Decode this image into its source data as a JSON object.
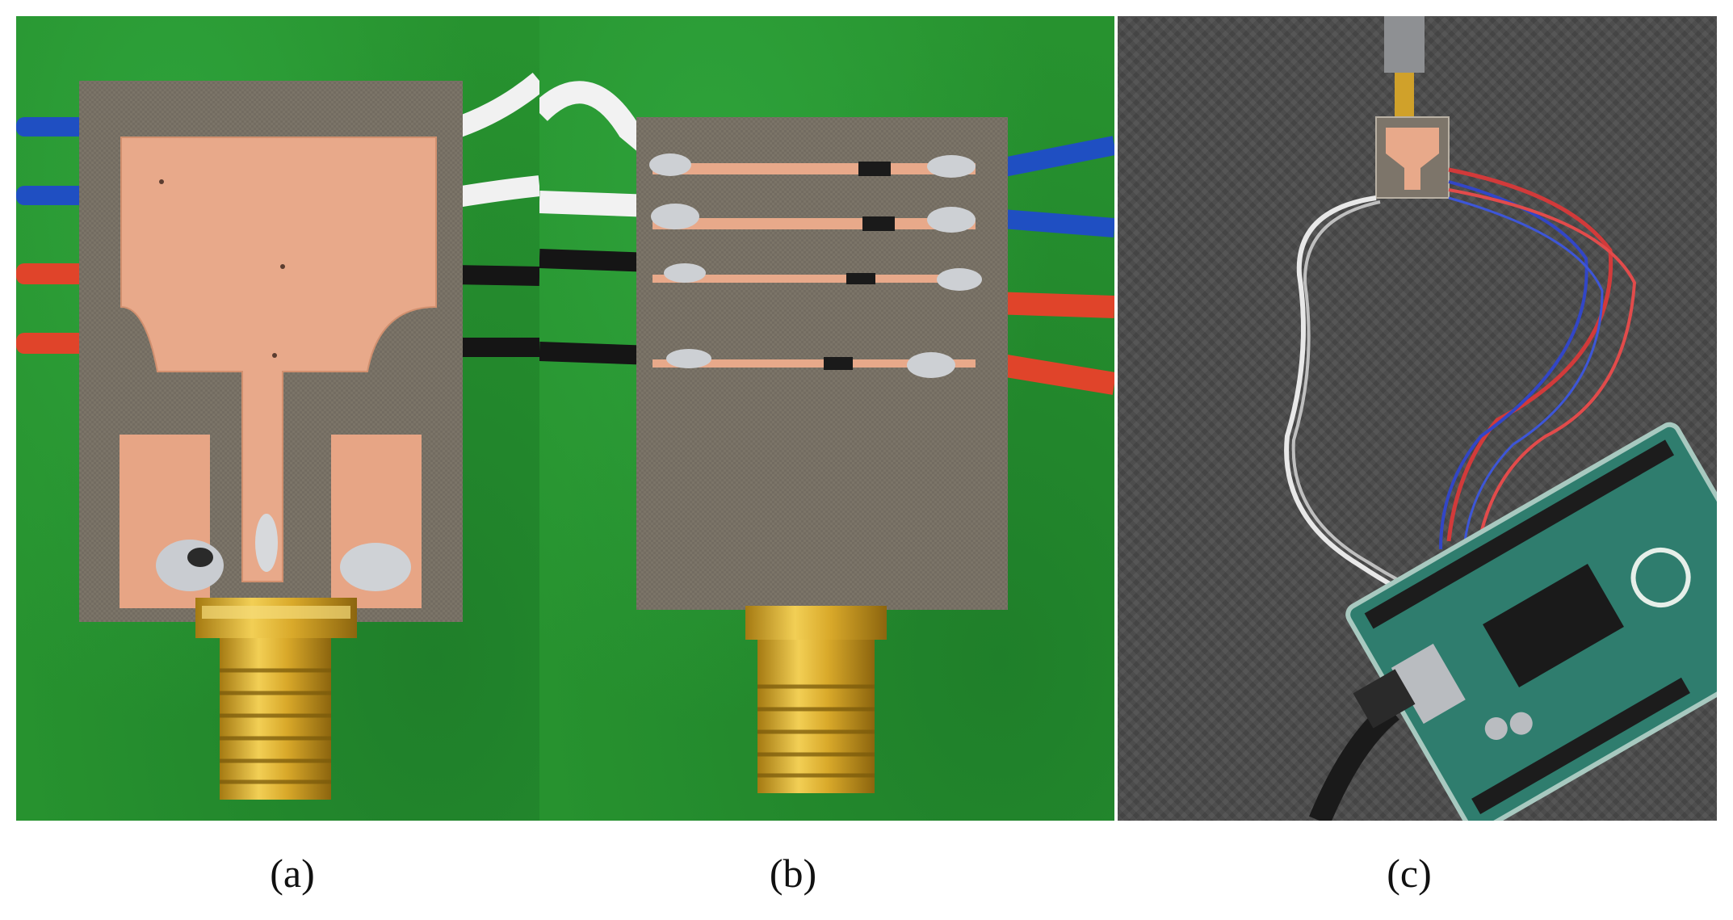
{
  "figure": {
    "panels": [
      {
        "caption": "(a)",
        "icon": "pcb-antenna-front-photo"
      },
      {
        "caption": "(b)",
        "icon": "pcb-diode-switch-back-photo"
      },
      {
        "caption": "(c)",
        "icon": "antenna-arduino-setup-photo"
      }
    ],
    "colors": {
      "board_green_background": "#27922f",
      "substrate": "#7b7468",
      "copper": "#e8a98a",
      "gold_connector": "#d8a928",
      "mat_grey": "#4a4a4a",
      "arduino_teal": "#2f7d6e"
    }
  }
}
